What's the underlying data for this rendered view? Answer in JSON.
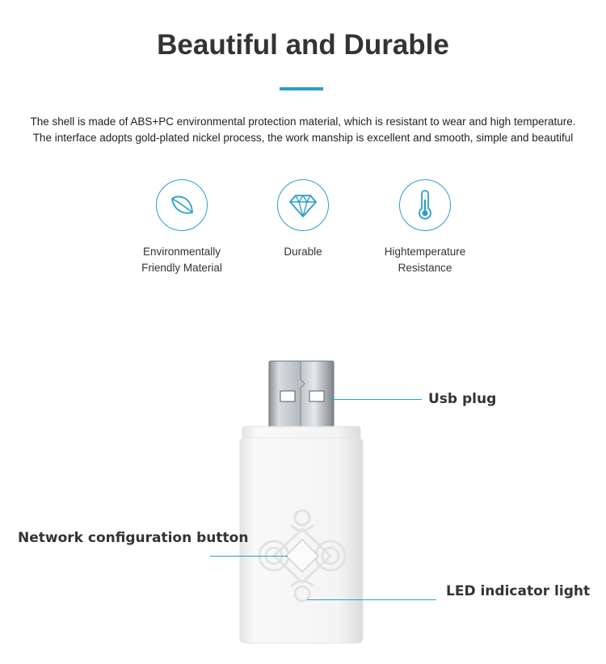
{
  "header": {
    "title": "Beautiful and Durable",
    "description_line1": "The shell is made of ABS+PC environmental protection material, which is resistant to wear and high temperature.",
    "description_line2": "The interface adopts gold-plated nickel process, the work manship is excellent and smooth, simple and beautiful"
  },
  "features": [
    {
      "icon": "leaf-icon",
      "line1": "Environmentally",
      "line2": "Friendly Material"
    },
    {
      "icon": "diamond-icon",
      "line1": "Durable",
      "line2": ""
    },
    {
      "icon": "thermometer-icon",
      "line1": "Hightemperature",
      "line2": "Resistance"
    }
  ],
  "callouts": {
    "usb_plug": "Usb plug",
    "network_button": "Network configuration button",
    "led_light": "LED indicator light"
  },
  "colors": {
    "accent": "#2a9fc9",
    "text": "#333333",
    "background": "#ffffff"
  }
}
